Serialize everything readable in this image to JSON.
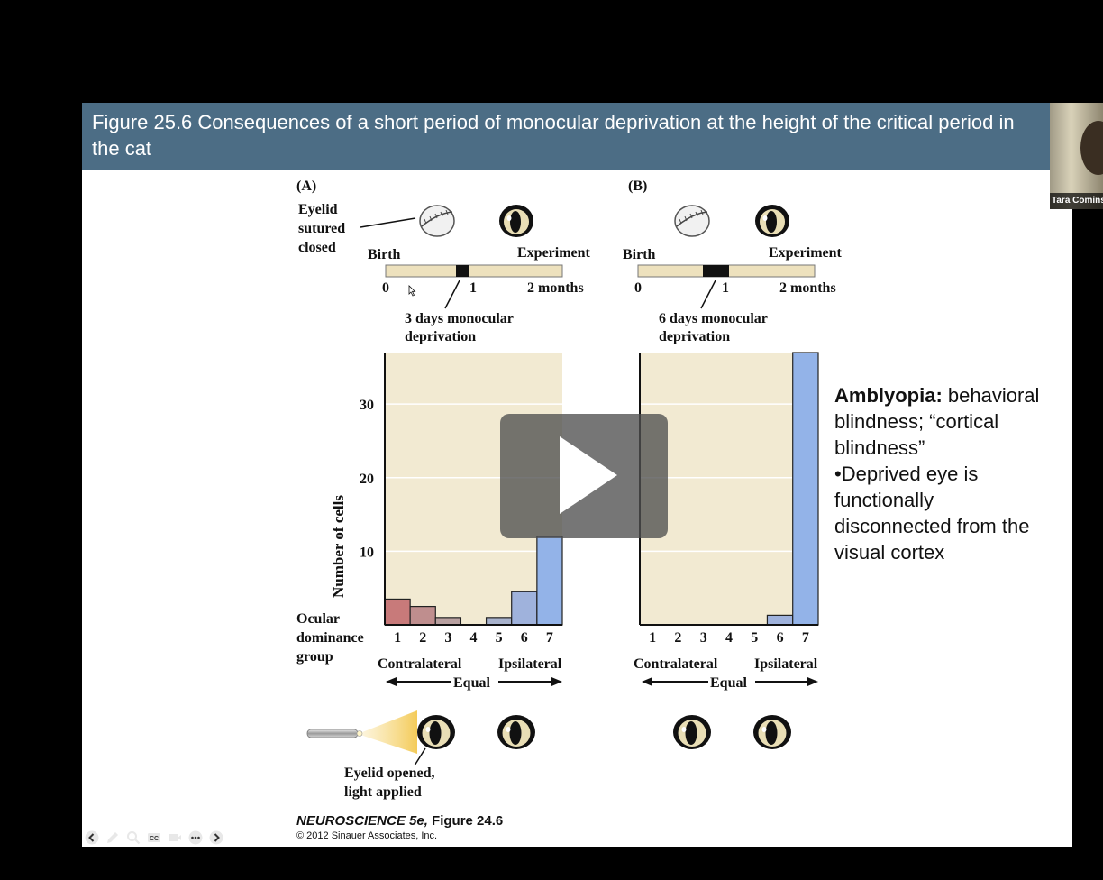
{
  "slide": {
    "title": "Figure 25.6  Consequences of a short period of monocular deprivation at the height of the critical period in the cat",
    "panel_a_label": "(A)",
    "panel_b_label": "(B)",
    "eyelid_label": [
      "Eyelid",
      "sutured",
      "closed"
    ],
    "timeline": {
      "birth": "Birth",
      "experiment": "Experiment",
      "tick0": "0",
      "tick1": "1",
      "tick2": "2 months"
    },
    "deprivation_a": [
      "3 days monocular",
      "deprivation"
    ],
    "deprivation_b": [
      "6 days monocular",
      "deprivation"
    ],
    "ylabel": "Number of cells",
    "yticks": [
      "30",
      "20",
      "10"
    ],
    "ocular_label": [
      "Ocular",
      "dominance",
      "group"
    ],
    "contralateral": "Contralateral",
    "ipsilateral": "Ipsilateral",
    "equal": "Equal",
    "eyelid_opened": [
      "Eyelid opened,",
      "light applied"
    ],
    "side_text": {
      "bold": "Amblyopia:",
      "line1_rest": " behavioral",
      "line2": "blindness; “cortical",
      "line3": "blindness”",
      "line4": "•Deprived eye is",
      "line5": "functionally",
      "line6": "disconnected from the",
      "line7": "visual cortex"
    },
    "credit_book": "NEUROSCIENCE 5e,",
    "credit_fig": " Figure 24.6",
    "credit_copy": "© 2012 Sinauer Associates, Inc."
  },
  "webcam": {
    "name": "Tara Comins"
  },
  "toolbar": {
    "icons": [
      "back-icon",
      "pen-icon",
      "zoom-icon",
      "captions-icon",
      "camera-icon",
      "more-icon",
      "forward-icon"
    ]
  },
  "chart_data": [
    {
      "type": "bar",
      "title": "(A)",
      "ylabel": "Number of cells",
      "xlabel": "Ocular dominance group",
      "categories": [
        "1",
        "2",
        "3",
        "4",
        "5",
        "6",
        "7"
      ],
      "values": [
        3.5,
        2.5,
        1,
        0,
        1,
        4.5,
        12
      ],
      "ylim": [
        0,
        37
      ],
      "colors": [
        "#c87a7a",
        "#bf8e8e",
        "#b8a0a0",
        "#b0b0b8",
        "#a8b2cc",
        "#9fb2dc",
        "#93b3e8"
      ],
      "grid": true
    },
    {
      "type": "bar",
      "title": "(B)",
      "xlabel": "Ocular dominance group",
      "categories": [
        "1",
        "2",
        "3",
        "4",
        "5",
        "6",
        "7"
      ],
      "values": [
        0,
        0,
        0,
        0,
        0,
        1.3,
        37
      ],
      "ylim": [
        0,
        37
      ],
      "colors": [
        "#c87a7a",
        "#bf8e8e",
        "#b8a0a0",
        "#b0b0b8",
        "#a8b2cc",
        "#9fb2dc",
        "#93b3e8"
      ],
      "grid": true
    }
  ]
}
